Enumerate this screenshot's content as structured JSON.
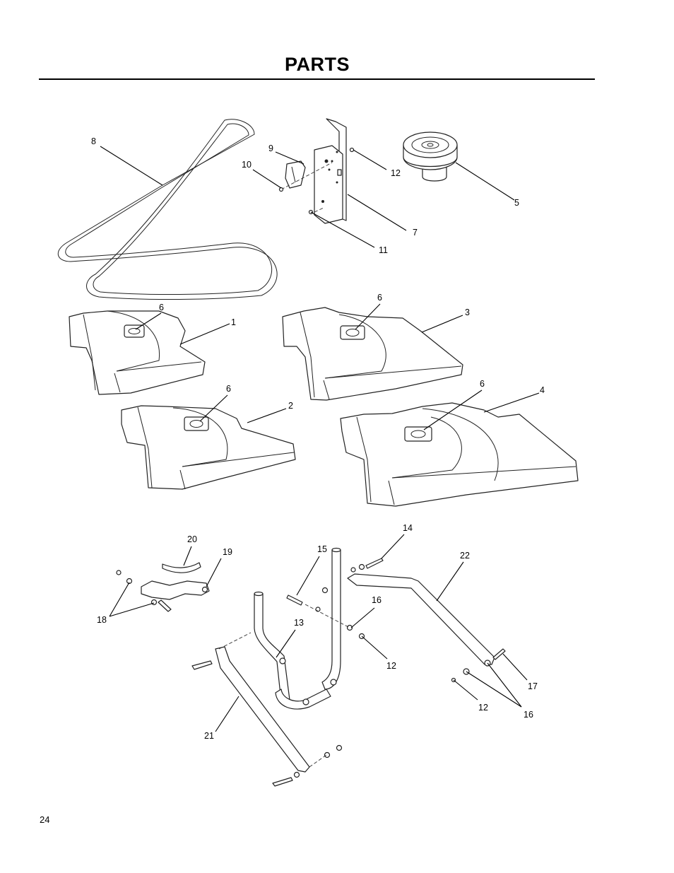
{
  "header": {
    "title": "PARTS"
  },
  "footer": {
    "page_number": "24"
  },
  "callouts": {
    "c1": "1",
    "c2": "2",
    "c3": "3",
    "c4": "4",
    "c5": "5",
    "c6a": "6",
    "c6b": "6",
    "c6c": "6",
    "c6d": "6",
    "c7": "7",
    "c8": "8",
    "c9": "9",
    "c10": "10",
    "c11": "11",
    "c12a": "12",
    "c12b": "12",
    "c12c": "12",
    "c13": "13",
    "c14": "14",
    "c15": "15",
    "c16a": "16",
    "c16b": "16",
    "c17": "17",
    "c18": "18",
    "c19": "19",
    "c20": "20",
    "c21": "21",
    "c22": "22"
  }
}
